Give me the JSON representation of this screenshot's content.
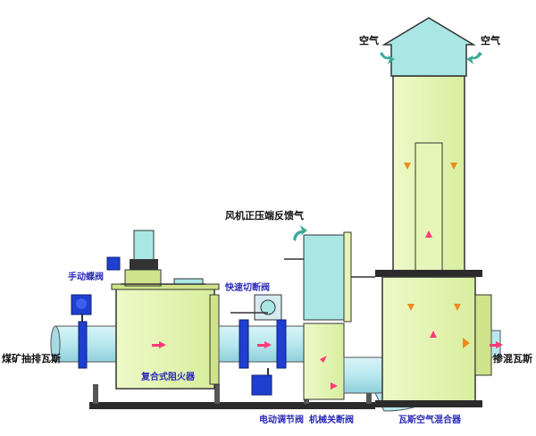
{
  "labels": {
    "air_left": "空气",
    "air_right": "空气",
    "fan_feedback": "风机正压端反馈气",
    "manual_valve": "手动蝶阀",
    "quick_valve": "快速切断阀",
    "inlet": "煤矿抽排瓦斯",
    "composite_arrester": "复合式阻火器",
    "electric_valve": "电动调节阀",
    "mech_valve": "机械关断阀",
    "mixer": "瓦斯空气混合器",
    "outlet": "掺混瓦斯"
  },
  "colors": {
    "equipment_fill": "#e6f5b8",
    "pipe_fill": "#b8e8ef",
    "roof_fill": "#a9e6e4",
    "valve_blue": "#1f3fcf",
    "arrow_pink": "#ff3a78",
    "arrow_orange": "#f08a1c",
    "frame_dark": "#2b2b2b",
    "label_blue": "#2a2ab8"
  }
}
